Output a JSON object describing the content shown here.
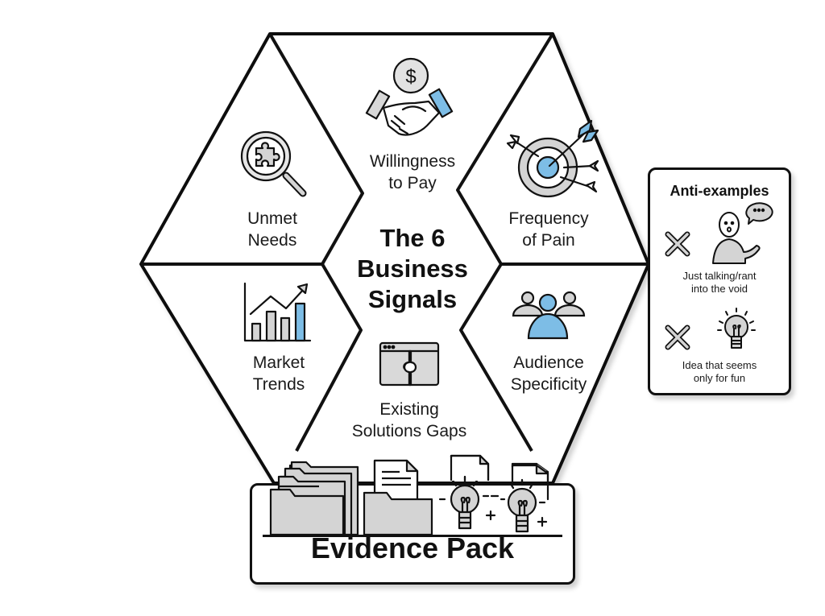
{
  "title": "The 6 Business Signals",
  "title_lines": [
    "The 6",
    "Business",
    "Signals"
  ],
  "signals": [
    {
      "id": "unmet-needs",
      "lines": [
        "Unmet",
        "Needs"
      ],
      "icon": "magnifier-puzzle-icon"
    },
    {
      "id": "willingness-to-pay",
      "lines": [
        "Willingness",
        "to Pay"
      ],
      "icon": "handshake-dollar-icon"
    },
    {
      "id": "frequency-of-pain",
      "lines": [
        "Frequency",
        "of Pain"
      ],
      "icon": "target-arrows-icon"
    },
    {
      "id": "market-trends",
      "lines": [
        "Market",
        "Trends"
      ],
      "icon": "rising-bar-chart-icon"
    },
    {
      "id": "existing-solutions-gaps",
      "lines": [
        "Existing",
        "Solutions Gaps"
      ],
      "icon": "browser-puzzle-icon"
    },
    {
      "id": "audience-specificity",
      "lines": [
        "Audience",
        "Specificity"
      ],
      "icon": "people-group-icon"
    }
  ],
  "anti_examples": {
    "title": "Anti-examples",
    "items": [
      {
        "lines": [
          "Just talking/rant",
          "into the void"
        ],
        "icon": "person-speech-bubble-icon",
        "marker": "x-icon"
      },
      {
        "lines": [
          "Idea that seems",
          "only for fun"
        ],
        "icon": "lightbulb-icon",
        "marker": "x-icon"
      }
    ]
  },
  "evidence_pack": {
    "title": "Evidence Pack",
    "icons": [
      "folders-stack-icon",
      "folder-document-icon",
      "lightbulb-document-icon",
      "lightbulb-document-icon"
    ]
  },
  "colors": {
    "accent_blue": "#7dbde6",
    "icon_gray": "#d4d4d4",
    "stroke": "#111111"
  }
}
